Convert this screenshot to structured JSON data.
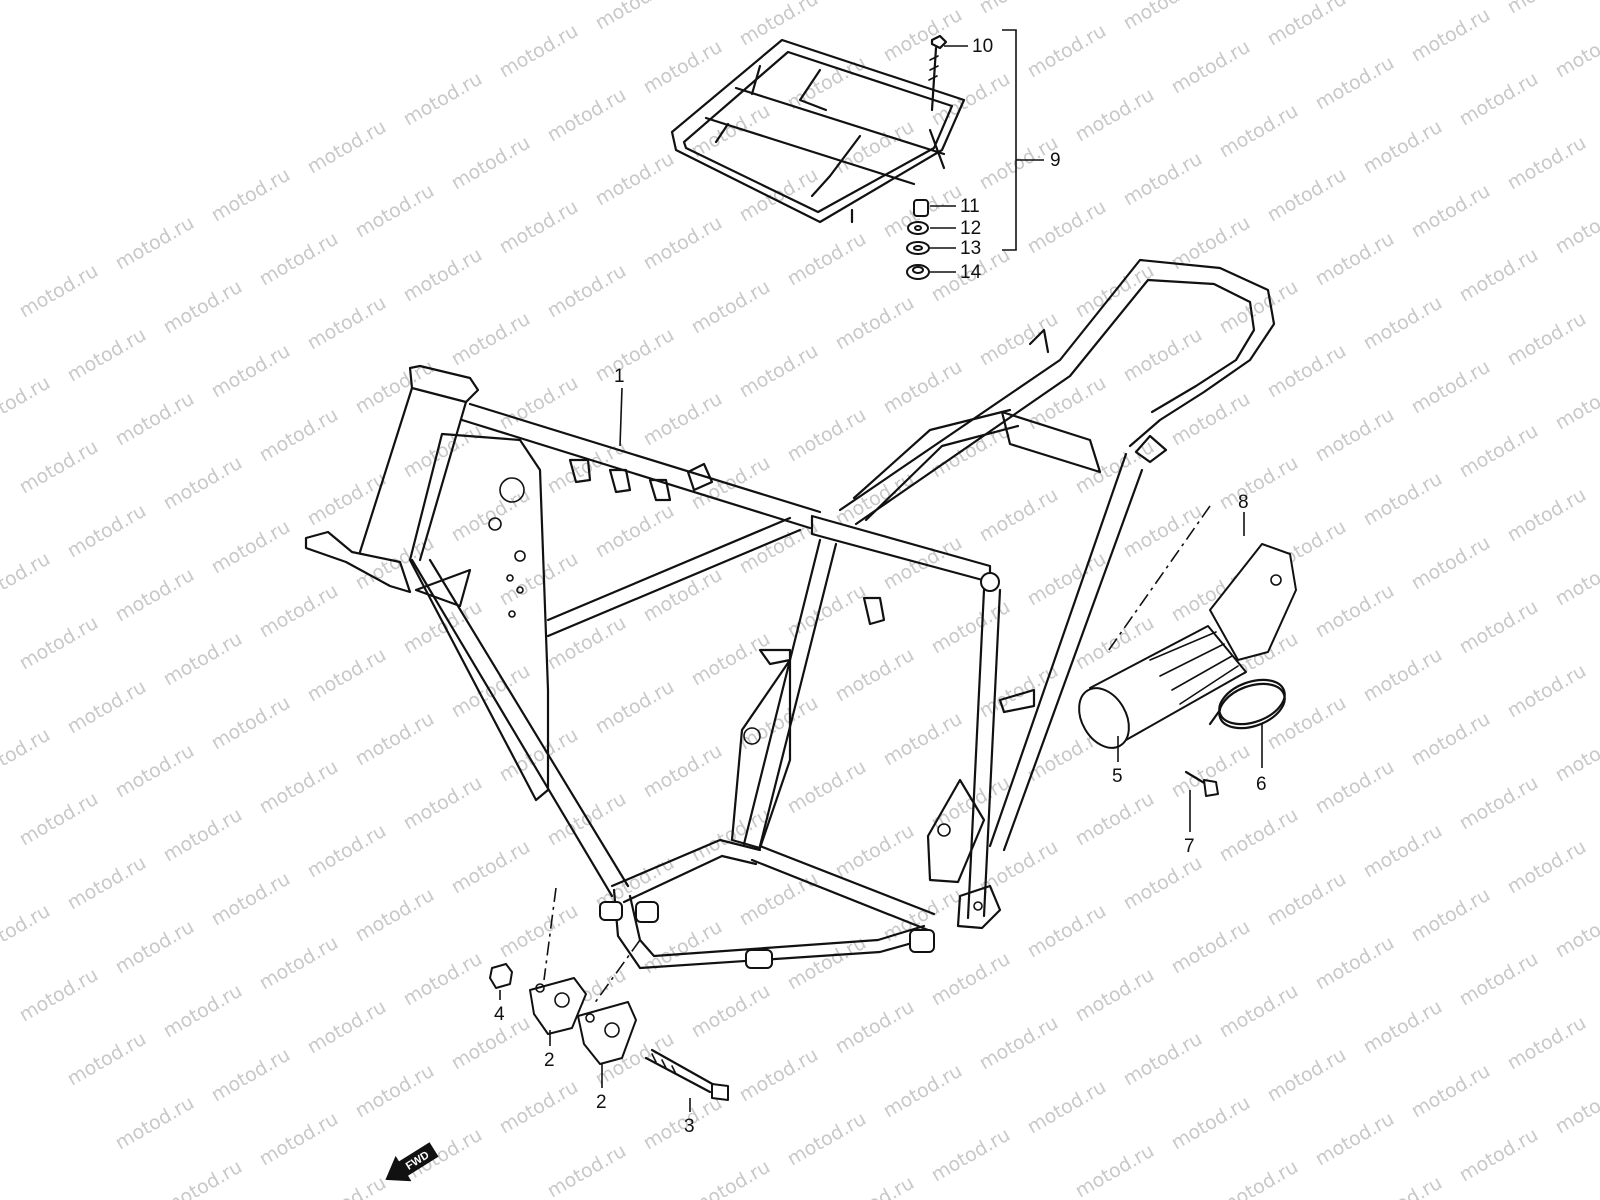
{
  "watermark": "motod.ru",
  "callouts": [
    {
      "id": "1",
      "label": "1"
    },
    {
      "id": "2a",
      "label": "2"
    },
    {
      "id": "2b",
      "label": "2"
    },
    {
      "id": "3",
      "label": "3"
    },
    {
      "id": "4",
      "label": "4"
    },
    {
      "id": "5",
      "label": "5"
    },
    {
      "id": "6",
      "label": "6"
    },
    {
      "id": "7",
      "label": "7"
    },
    {
      "id": "8",
      "label": "8"
    },
    {
      "id": "9",
      "label": "9"
    },
    {
      "id": "10",
      "label": "10"
    },
    {
      "id": "11",
      "label": "11"
    },
    {
      "id": "12",
      "label": "12"
    },
    {
      "id": "13",
      "label": "13"
    },
    {
      "id": "14",
      "label": "14"
    }
  ],
  "fwd_label": "FWD",
  "colors": {
    "line": "#111111",
    "watermark": "#c8c8c8",
    "background": "#ffffff"
  }
}
